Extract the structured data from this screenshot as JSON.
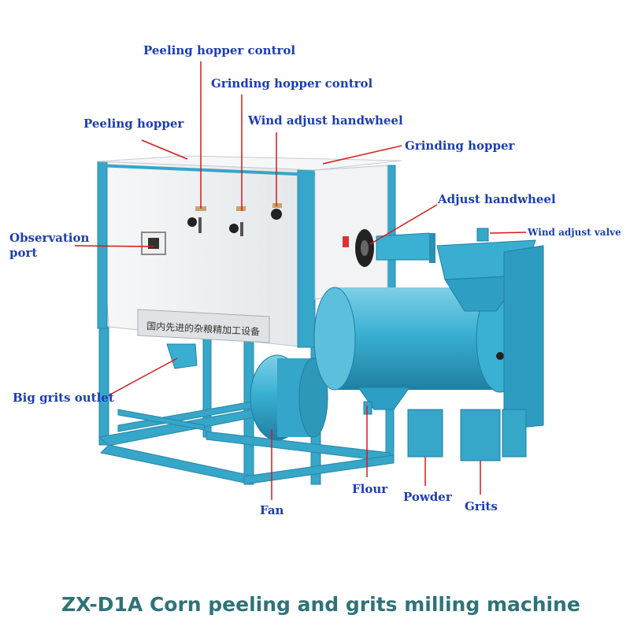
{
  "labels": {
    "peeling_hopper_control": "Peeling hopper control",
    "grinding_hopper_control": "Grinding hopper control",
    "peeling_hopper": "Peeling hopper",
    "wind_adjust_handwheel": "Wind adjust handwheel",
    "grinding_hopper": "Grinding hopper",
    "adjust_handwheel": "Adjust handwheel",
    "wind_adjust_valve": "Wind adjust valve",
    "observation_port_line1": "Observation",
    "observation_port_line2": "port",
    "big_grits_outlet": "Big grits outlet",
    "fan": "Fan",
    "flour": "Flour",
    "powder": "Powder",
    "grits": "Grits"
  },
  "plate_text": "国内先进的杂粮精加工设备",
  "caption": "ZX-D1A Corn peeling and grits milling machine",
  "colors": {
    "label": "#1c3eb2",
    "callout": "#d21a1a",
    "frame": "#36a6c9",
    "body_panel": "#eef2f4",
    "caption": "#2f7378"
  }
}
